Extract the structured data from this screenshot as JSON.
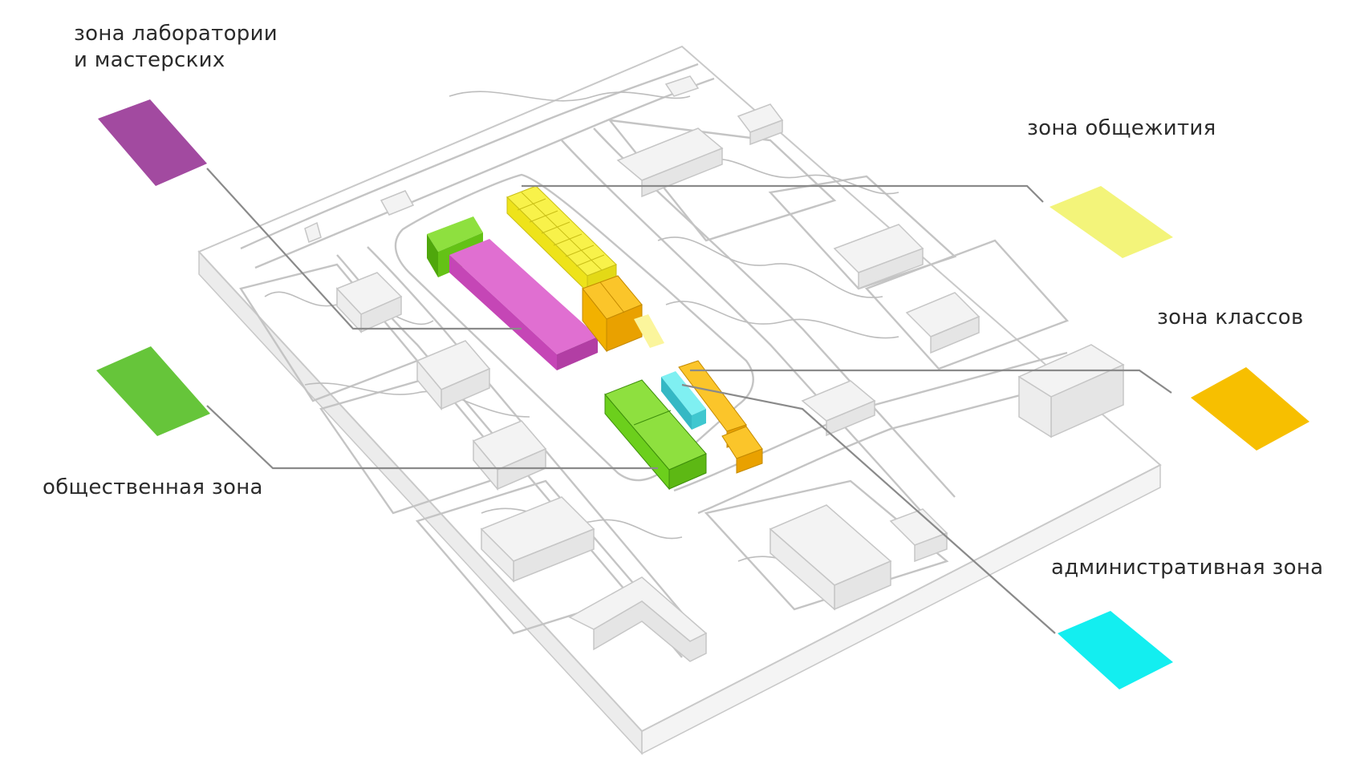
{
  "zones": {
    "lab": {
      "label_line1": "зона лаборатории",
      "label_line2": "и мастерских",
      "color": "#a24aa0"
    },
    "dorm": {
      "label": "зона общежития",
      "color": "#f3f47a"
    },
    "class": {
      "label": "зона классов",
      "color": "#f7bf00"
    },
    "public": {
      "label": "общественная зона",
      "color": "#66c53a"
    },
    "admin": {
      "label": "административная зона",
      "color": "#13eef0"
    }
  },
  "building_colors": {
    "lab_block": "#d94fc4",
    "public_green": "#6ccf1c",
    "dorm_yellow": "#f6ef25",
    "class_orange": "#f9b709",
    "admin_cyan": "#49d6dc"
  }
}
